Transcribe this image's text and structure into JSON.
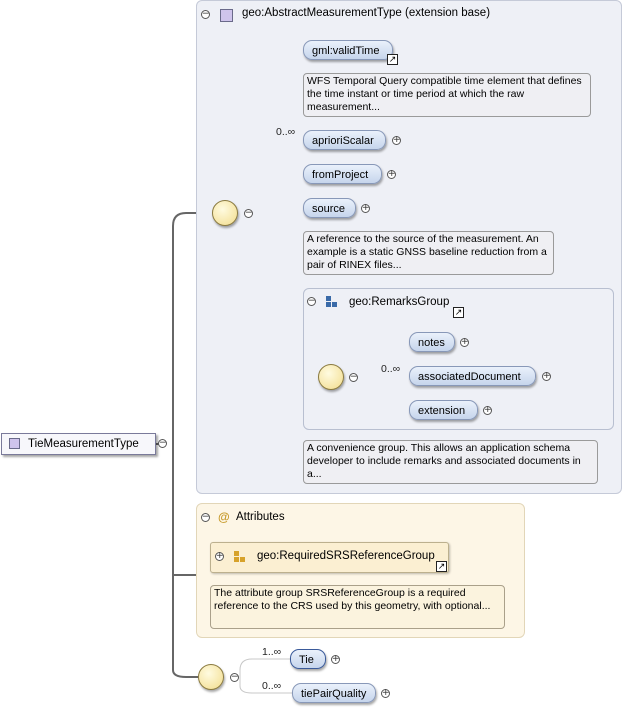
{
  "main_type": "TieMeasurementType",
  "extension_box": {
    "title": "geo:AbstractMeasurementType (extension base)",
    "elements": {
      "validTime": "gml:validTime",
      "validTime_doc": "WFS Temporal Query compatible time element that defines the time instant or time period at which the raw measurement...",
      "aprioriScalar": "aprioriScalar",
      "aprioriScalar_card": "0..∞",
      "fromProject": "fromProject",
      "source": "source",
      "source_doc": "A reference to the source of the measurement. An example is a static GNSS baseline reduction from a pair of RINEX files...",
      "group_doc": "A convenience group. This allows an application schema developer to include remarks and associated documents in a..."
    }
  },
  "remarks_group": {
    "title": "geo:RemarksGroup",
    "elements": {
      "notes": "notes",
      "associatedDocument": "associatedDocument",
      "associatedDocument_card": "0..∞",
      "extension": "extension"
    }
  },
  "attributes": {
    "title": "Attributes",
    "group": "geo:RequiredSRSReferenceGroup",
    "group_doc": "The attribute group SRSReferenceGroup is a required reference to the CRS used by this geometry, with optional..."
  },
  "tail_sequence": {
    "tie": "Tie",
    "tie_card": "1..∞",
    "tiePairQuality": "tiePairQuality",
    "tiePairQuality_card": "0..∞"
  }
}
